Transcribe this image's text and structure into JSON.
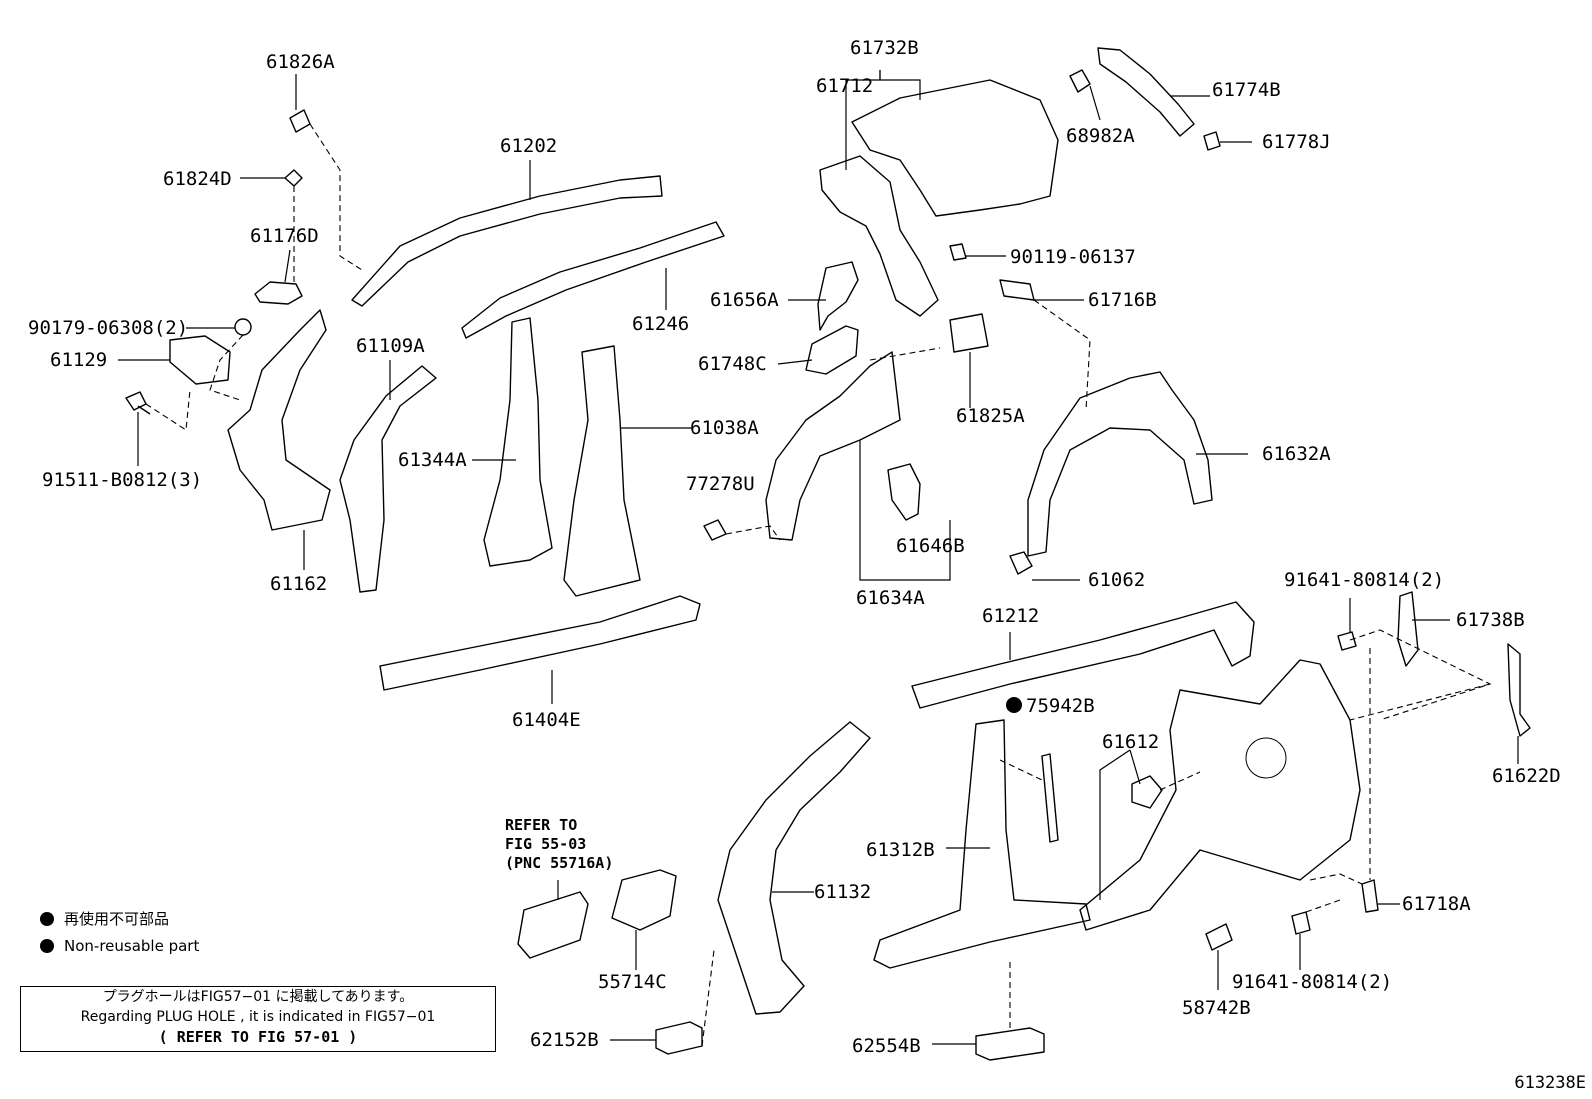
{
  "labels": {
    "p61826A": "61826A",
    "p61824D": "61824D",
    "p61176D": "61176D",
    "p90179": "90179-06308(2)",
    "p61129": "61129",
    "p91511": "91511-B0812(3)",
    "p61162": "61162",
    "p61109A": "61109A",
    "p61344A": "61344A",
    "p61202": "61202",
    "p61246": "61246",
    "p61038A": "61038A",
    "p61404E": "61404E",
    "p61732B": "61732B",
    "p61712": "61712",
    "p68982A": "68982A",
    "p61774B": "61774B",
    "p61778J": "61778J",
    "p90119": "90119-06137",
    "p61716B": "61716B",
    "p61656A": "61656A",
    "p61748C": "61748C",
    "p61825A": "61825A",
    "p77278U": "77278U",
    "p61632A": "61632A",
    "p61646B": "61646B",
    "p61634A": "61634A",
    "p61062": "61062",
    "p91641a": "91641-80814(2)",
    "p61738B": "61738B",
    "p61212": "61212",
    "p75942B": "75942B",
    "p61612": "61612",
    "p61622D": "61622D",
    "p61312B": "61312B",
    "p61132": "61132",
    "p55714C": "55714C",
    "p62152B": "62152B",
    "p62554B": "62554B",
    "p58742B": "58742B",
    "p61718A": "61718A",
    "p91641b": "91641-80814(2)"
  },
  "refer": {
    "line1": "REFER TO",
    "line2": "FIG 55-03",
    "line3": "(PNC 55716A)"
  },
  "legend": {
    "jp": "再使用不可部品",
    "en": "Non-reusable part"
  },
  "note": {
    "jp": "プラグホールはFIG57−01 に掲載してあります。",
    "en": "Regarding PLUG HOLE , it is indicated in FIG57−01",
    "ref": "(      REFER TO FIG 57-01        )"
  },
  "figure_id": "613238E"
}
